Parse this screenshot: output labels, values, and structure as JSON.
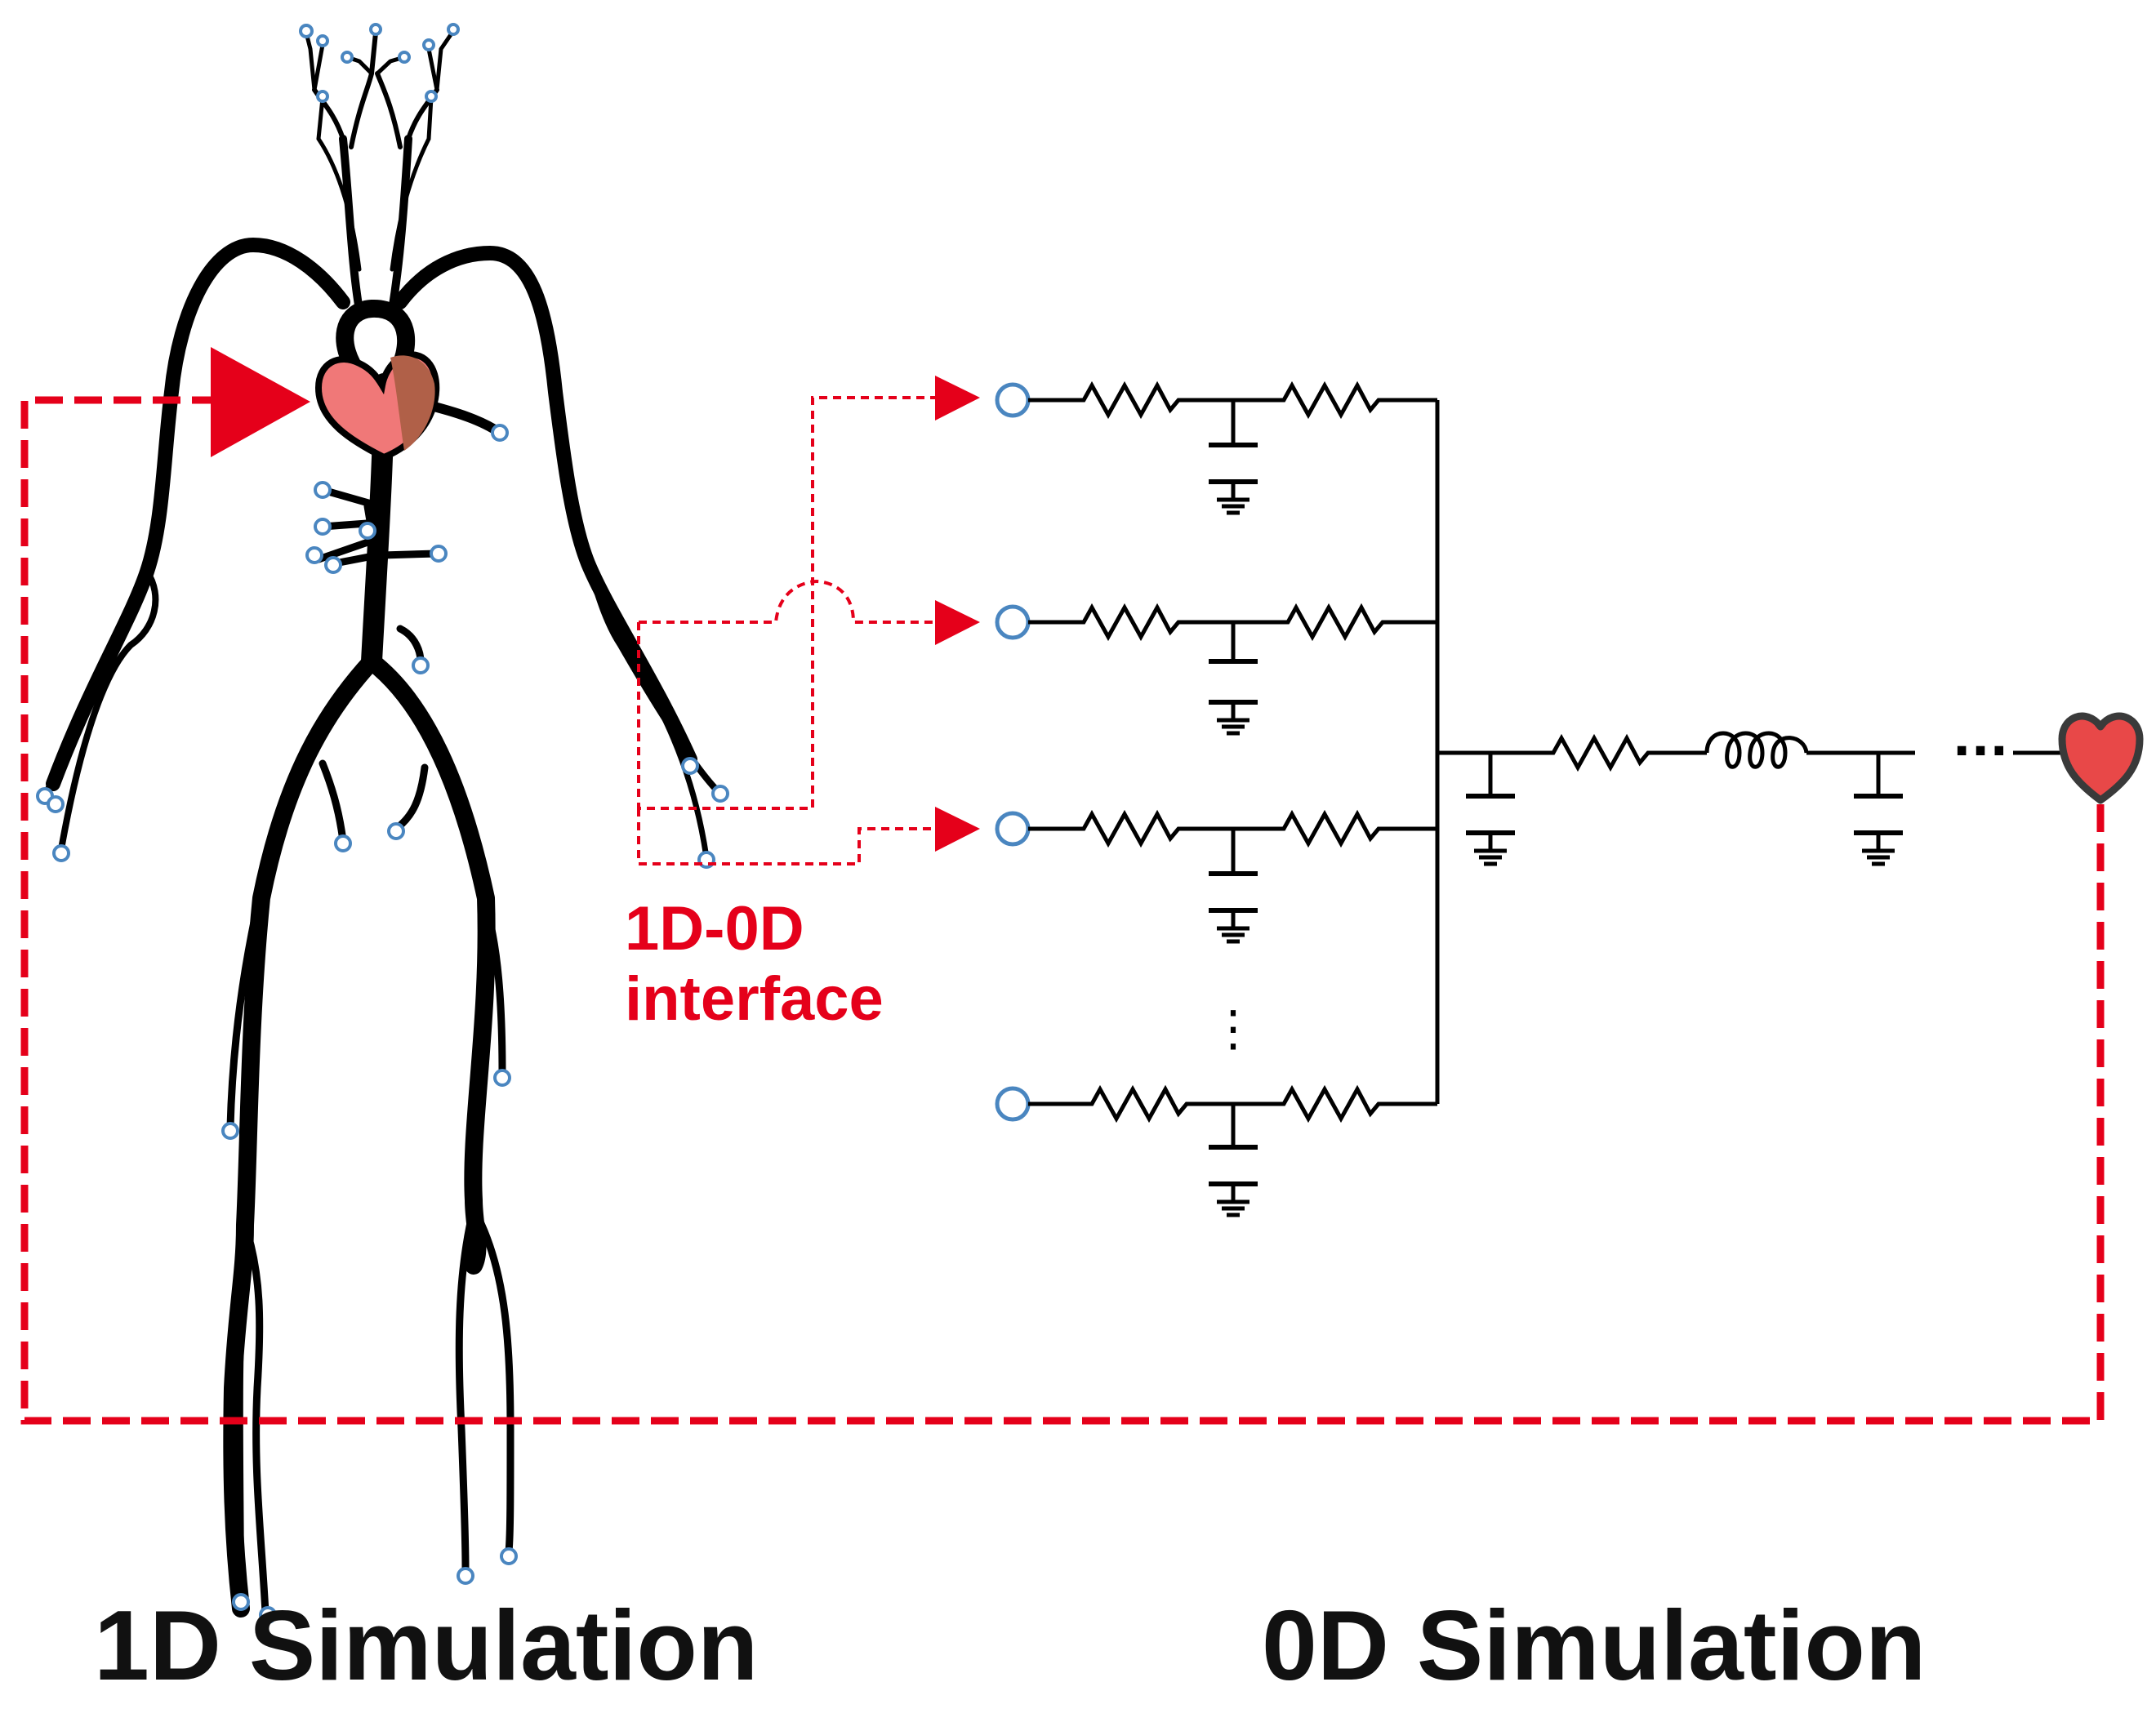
{
  "labels": {
    "one_d": "1D Simulation",
    "zero_d": "0D Simulation",
    "interface_line1": "1D-0D",
    "interface_line2": "interface"
  },
  "colors": {
    "vessel": "#000000",
    "outlet_ring": "#4a86c0",
    "coupling": "#e5001a",
    "heart_light": "#f07878",
    "heart_dark": "#b06048",
    "heart_0d": "#e84848",
    "circuit": "#000000",
    "text": "#111111"
  },
  "icons": [
    "heart-icon",
    "resistor-icon",
    "capacitor-icon",
    "ground-icon",
    "inductor-icon",
    "arrowhead-icon",
    "outlet-node-icon"
  ],
  "circuit": {
    "branch_labels": [
      "",
      "",
      "",
      ""
    ],
    "continuation": "⋮",
    "series_continuation": "···"
  }
}
